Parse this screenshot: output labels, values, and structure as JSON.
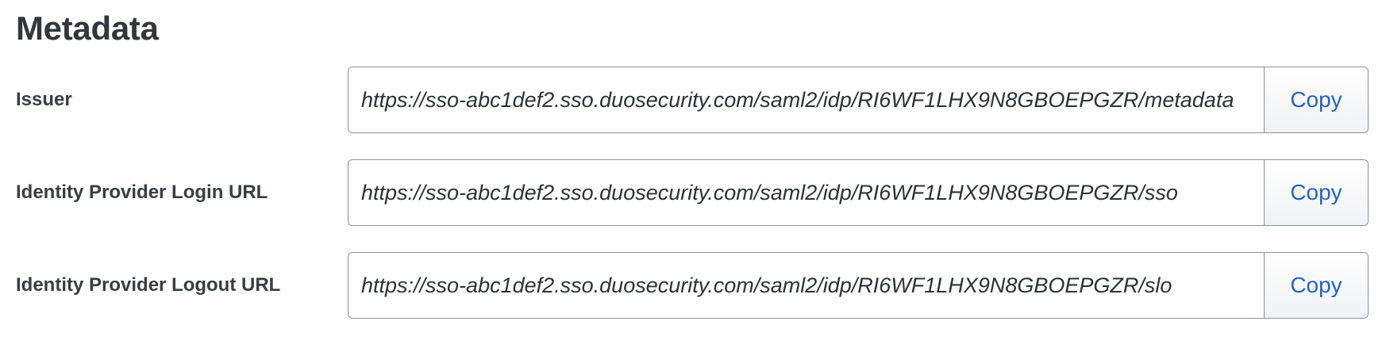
{
  "section": {
    "title": "Metadata"
  },
  "fields": [
    {
      "label": "Issuer",
      "value": "https://sso-abc1def2.sso.duosecurity.com/saml2/idp/RI6WF1LHX9N8GBOEPGZR/metadata",
      "button_label": "Copy"
    },
    {
      "label": "Identity Provider Login URL",
      "value": "https://sso-abc1def2.sso.duosecurity.com/saml2/idp/RI6WF1LHX9N8GBOEPGZR/sso",
      "button_label": "Copy"
    },
    {
      "label": "Identity Provider Logout URL",
      "value": "https://sso-abc1def2.sso.duosecurity.com/saml2/idp/RI6WF1LHX9N8GBOEPGZR/slo",
      "button_label": "Copy"
    }
  ],
  "colors": {
    "link_blue": "#2563c9",
    "text": "#3a3d42",
    "border": "#8e9196"
  }
}
